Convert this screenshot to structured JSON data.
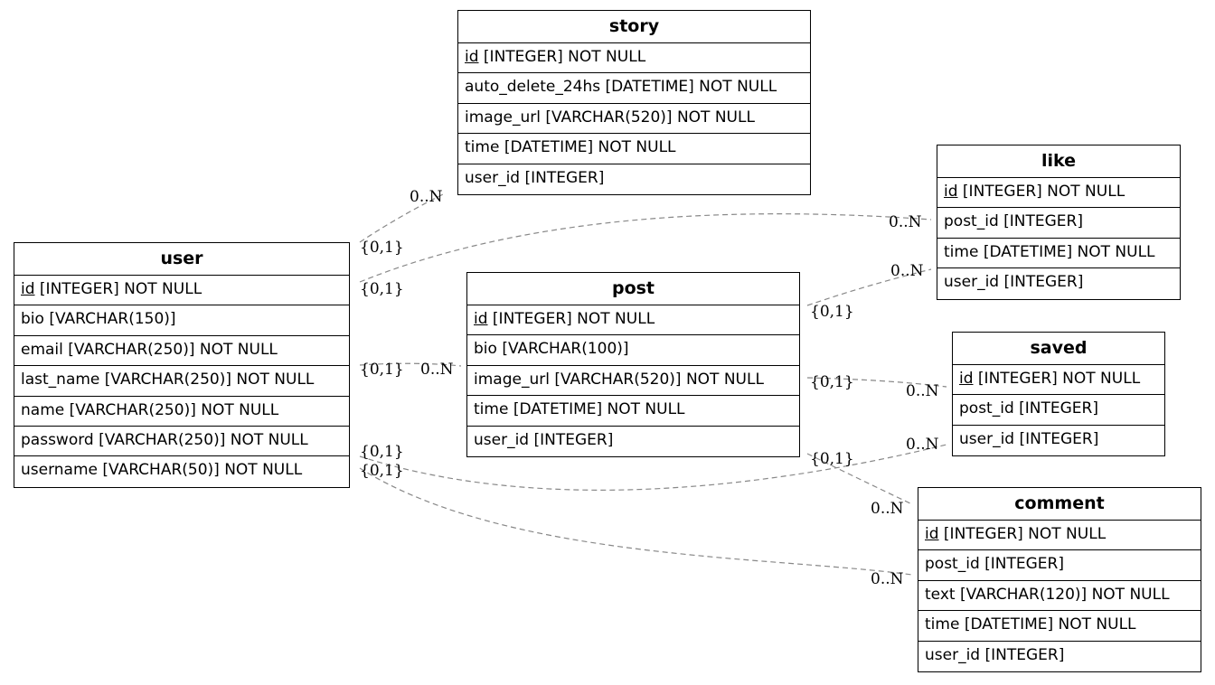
{
  "entities": [
    {
      "key": "story",
      "name": "story",
      "columns": [
        {
          "name": "id",
          "type": "[INTEGER] NOT NULL",
          "pk": true
        },
        {
          "name": "auto_delete_24hs",
          "type": "[DATETIME] NOT NULL",
          "pk": false
        },
        {
          "name": "image_url",
          "type": "[VARCHAR(520)] NOT NULL",
          "pk": false
        },
        {
          "name": "time",
          "type": "[DATETIME] NOT NULL",
          "pk": false
        },
        {
          "name": "user_id",
          "type": "[INTEGER]",
          "pk": false
        }
      ]
    },
    {
      "key": "user",
      "name": "user",
      "columns": [
        {
          "name": "id",
          "type": "[INTEGER] NOT NULL",
          "pk": true
        },
        {
          "name": "bio",
          "type": "[VARCHAR(150)]",
          "pk": false
        },
        {
          "name": "email",
          "type": "[VARCHAR(250)] NOT NULL",
          "pk": false
        },
        {
          "name": "last_name",
          "type": "[VARCHAR(250)] NOT NULL",
          "pk": false
        },
        {
          "name": "name",
          "type": "[VARCHAR(250)] NOT NULL",
          "pk": false
        },
        {
          "name": "password",
          "type": "[VARCHAR(250)] NOT NULL",
          "pk": false
        },
        {
          "name": "username",
          "type": "[VARCHAR(50)] NOT NULL",
          "pk": false
        }
      ]
    },
    {
      "key": "post",
      "name": "post",
      "columns": [
        {
          "name": "id",
          "type": "[INTEGER] NOT NULL",
          "pk": true
        },
        {
          "name": "bio",
          "type": "[VARCHAR(100)]",
          "pk": false
        },
        {
          "name": "image_url",
          "type": "[VARCHAR(520)] NOT NULL",
          "pk": false
        },
        {
          "name": "time",
          "type": "[DATETIME] NOT NULL",
          "pk": false
        },
        {
          "name": "user_id",
          "type": "[INTEGER]",
          "pk": false
        }
      ]
    },
    {
      "key": "like",
      "name": "like",
      "columns": [
        {
          "name": "id",
          "type": "[INTEGER] NOT NULL",
          "pk": true
        },
        {
          "name": "post_id",
          "type": "[INTEGER]",
          "pk": false
        },
        {
          "name": "time",
          "type": "[DATETIME] NOT NULL",
          "pk": false
        },
        {
          "name": "user_id",
          "type": "[INTEGER]",
          "pk": false
        }
      ]
    },
    {
      "key": "saved",
      "name": "saved",
      "columns": [
        {
          "name": "id",
          "type": "[INTEGER] NOT NULL",
          "pk": true
        },
        {
          "name": "post_id",
          "type": "[INTEGER]",
          "pk": false
        },
        {
          "name": "user_id",
          "type": "[INTEGER]",
          "pk": false
        }
      ]
    },
    {
      "key": "comment",
      "name": "comment",
      "columns": [
        {
          "name": "id",
          "type": "[INTEGER] NOT NULL",
          "pk": true
        },
        {
          "name": "post_id",
          "type": "[INTEGER]",
          "pk": false
        },
        {
          "name": "text",
          "type": "[VARCHAR(120)] NOT NULL",
          "pk": false
        },
        {
          "name": "time",
          "type": "[DATETIME] NOT NULL",
          "pk": false
        },
        {
          "name": "user_id",
          "type": "[INTEGER]",
          "pk": false
        }
      ]
    }
  ],
  "relationships": [
    {
      "from": "user",
      "to": "story",
      "from_card": "{0,1}",
      "to_card": "0..N"
    },
    {
      "from": "user",
      "to": "like",
      "from_card": "{0,1}",
      "to_card": "0..N"
    },
    {
      "from": "user",
      "to": "post",
      "from_card": "{0,1}",
      "to_card": "0..N"
    },
    {
      "from": "user",
      "to": "saved",
      "from_card": "{0,1}",
      "to_card": "0..N"
    },
    {
      "from": "user",
      "to": "comment",
      "from_card": "{0,1}",
      "to_card": "0..N"
    },
    {
      "from": "post",
      "to": "like",
      "from_card": "{0,1}",
      "to_card": "0..N"
    },
    {
      "from": "post",
      "to": "saved",
      "from_card": "{0,1}",
      "to_card": "0..N"
    },
    {
      "from": "post",
      "to": "comment",
      "from_card": "{0,1}",
      "to_card": "0..N"
    }
  ],
  "colors": {
    "edge": "#888888",
    "border": "#000000"
  }
}
